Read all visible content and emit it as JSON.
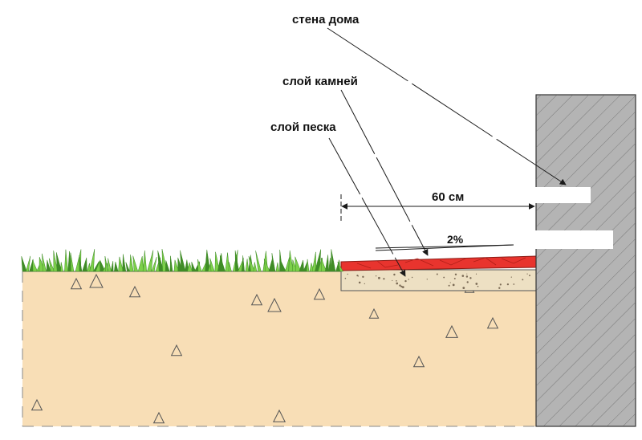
{
  "labels": {
    "wall": "стена дома",
    "stones": "слой камней",
    "sand": "слой песка",
    "width": "60 см",
    "slope": "2%"
  },
  "colors": {
    "soil": "#f8deb6",
    "sand": "#ede0c3",
    "stone": "#e8342e",
    "wall": "#b4b4b4",
    "grass_dark": "#3f8c26",
    "grass_light": "#7cd04a",
    "line": "#1a1a1a"
  },
  "icons": [
    "grass-icon",
    "stone-speck-icon",
    "wall-hatch-icon"
  ]
}
